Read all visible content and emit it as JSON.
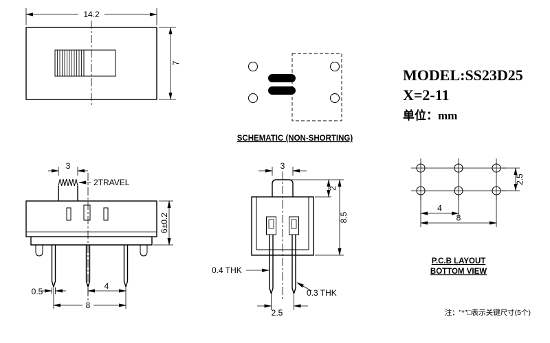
{
  "title_block": {
    "model": "MODEL:SS23D25",
    "variant": "X=2-11",
    "unit": "单位：mm"
  },
  "top_view": {
    "dim_width": "14.2",
    "dim_height": "7"
  },
  "schematic": {
    "caption": "SCHEMATIC (NON-SHORTING)"
  },
  "front_view": {
    "dim_knob_width": "3",
    "dim_travel": "2TRAVEL",
    "dim_body_height": "6±0.2",
    "dim_pin_width": "0.5",
    "dim_pin_pitch": "4",
    "dim_pin_span": "8"
  },
  "side_view": {
    "dim_knob_width": "3",
    "dim_knob_height": "2",
    "dim_total_height": "8.5",
    "dim_case_thickness": "0.4 THK",
    "dim_pin_pitch": "2.5",
    "dim_pin_thickness": "0.3 THK"
  },
  "pcb_layout": {
    "caption_line1": "P.C.B LAYOUT",
    "caption_line2": "BOTTOM VIEW",
    "dim_row_pitch": "2.5",
    "dim_col_pitch": "4",
    "dim_total_width": "8"
  },
  "footnote": {
    "text": "注：\"*\"□表示关键尺寸(5个)"
  }
}
